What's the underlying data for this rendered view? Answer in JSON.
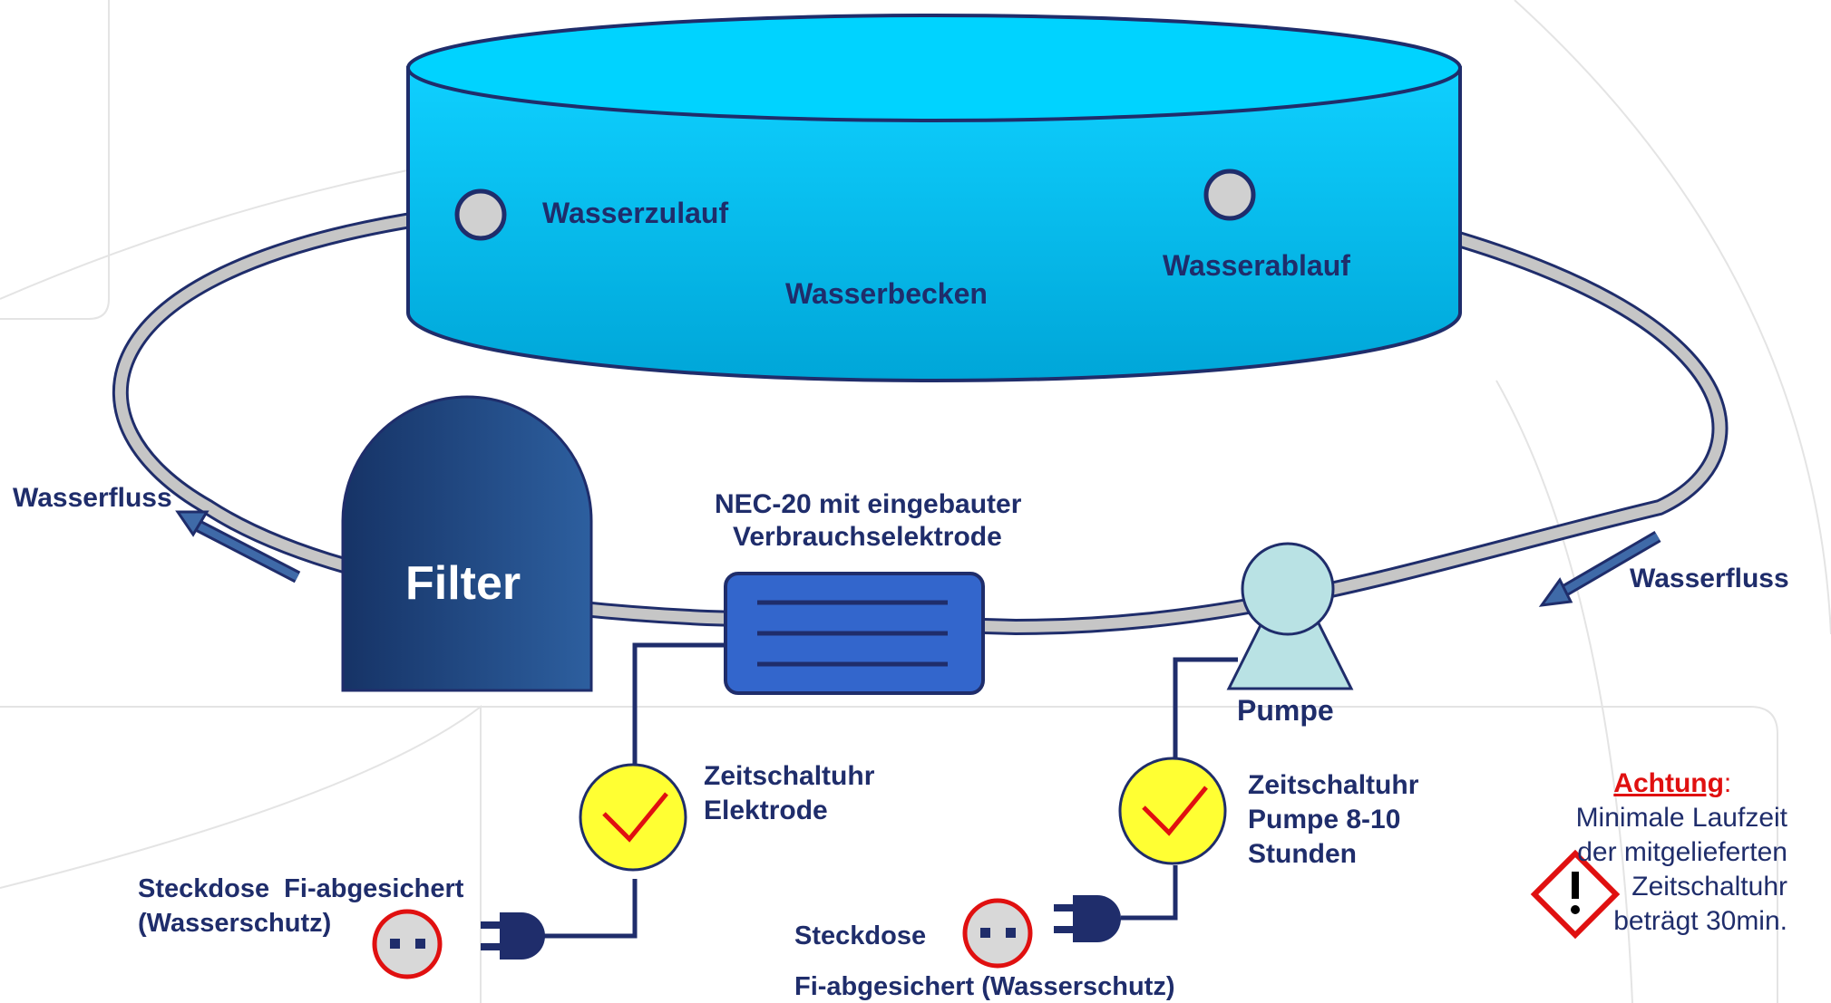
{
  "labels": {
    "pool_center": "Wasserbecken",
    "inlet": "Wasserzulauf",
    "outlet": "Wasserablauf",
    "flow_left": "Wasserfluss",
    "flow_right": "Wasserfluss",
    "filter": "Filter",
    "electrode_line1": "NEC-20 mit eingebauter",
    "electrode_line2": "Verbrauchselektrode",
    "pump": "Pumpe",
    "timer_electrode_line1": "Zeitschaltuhr",
    "timer_electrode_line2": "Elektrode",
    "timer_pump_line1": "Zeitschaltuhr",
    "timer_pump_line2": "Pumpe 8-10",
    "timer_pump_line3": "Stunden",
    "socket_left_line1": "Steckdose  Fi-abgesichert",
    "socket_left_line2": "(Wasserschutz)",
    "socket_right_line1": "Steckdose",
    "socket_right_line2": "Fi-abgesichert (Wasserschutz)"
  },
  "note": {
    "warning": "Achtung",
    "colon": ":",
    "line1": "Minimale Laufzeit",
    "line2": "der mitgelieferten",
    "line3": "Zeitschaltuhr",
    "line4": "beträgt 30min."
  },
  "colors": {
    "pool": "#00b8ea",
    "pool_top": "#00d3ff",
    "outline": "#1f2d6b",
    "pipe": "#c6c6c6",
    "filter": "#1e3f76",
    "electrode": "#3366cc",
    "pump": "#b9e2e4",
    "timer": "#ffff33",
    "check": "#e01010",
    "socket_ring": "#e01010",
    "text": "#1f2d6b"
  },
  "icons": [
    "check-mark-icon",
    "plug-icon",
    "socket-icon",
    "hazard-exclamation-icon",
    "arrow-icon"
  ]
}
